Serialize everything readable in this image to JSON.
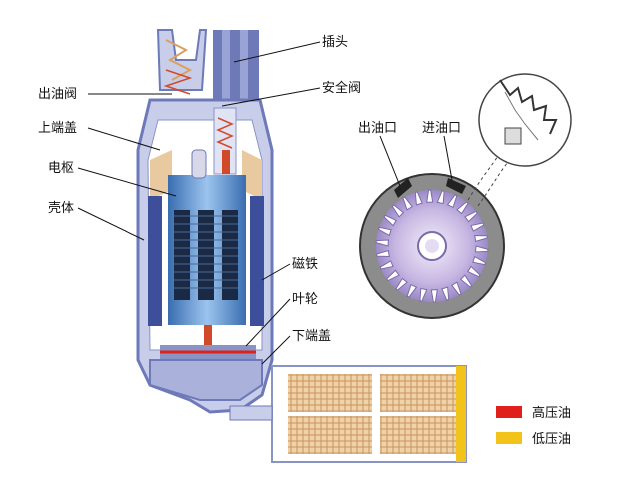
{
  "labels": {
    "outlet_valve": "出油阀",
    "upper_cover": "上端盖",
    "armature": "电枢",
    "housing": "壳体",
    "plug": "插头",
    "safety_valve": "安全阀",
    "magnet": "磁铁",
    "impeller": "叶轮",
    "lower_cover": "下端盖",
    "oil_outlet": "出油口",
    "oil_inlet": "进油口"
  },
  "legend": [
    {
      "label": "高压油",
      "color": "#e0201a"
    },
    {
      "label": "低压油",
      "color": "#f2c31a"
    }
  ],
  "colors": {
    "housing": "#8a93c6",
    "housing_light": "#c8cdea",
    "armature": "#5b8fd0",
    "coil": "#1a2a44",
    "magnet": "#3d4f9a",
    "copper": "#d9a060",
    "filter": "#e8c9a0",
    "pump_body": "#8c8c8c",
    "pump_chamber": "#b9a8d8"
  }
}
